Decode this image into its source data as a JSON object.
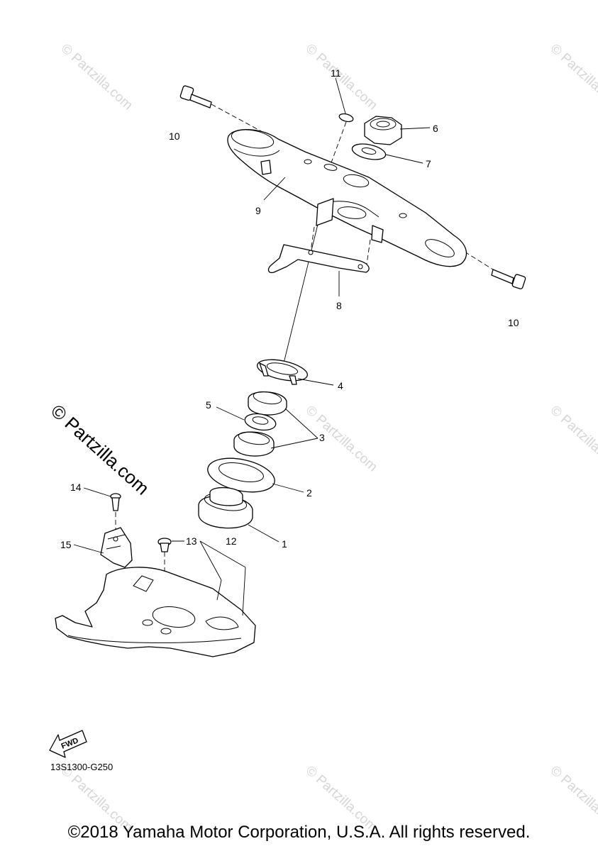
{
  "diagram": {
    "callouts": {
      "p1": "1",
      "p2": "2",
      "p3": "3",
      "p4": "4",
      "p5": "5",
      "p6": "6",
      "p7": "7",
      "p8": "8",
      "p9": "9",
      "p10a": "10",
      "p10b": "10",
      "p11": "11",
      "p12": "12",
      "p13": "13",
      "p14": "14",
      "p15": "15"
    },
    "watermark": {
      "small": "© Partzilla.com",
      "large": "© Partzilla.com"
    },
    "fwd_badge": "FWD",
    "diagram_code": "13S1300-G250"
  },
  "footer": {
    "copyright": "©2018 Yamaha Motor Corporation, U.S.A. All rights reserved."
  }
}
